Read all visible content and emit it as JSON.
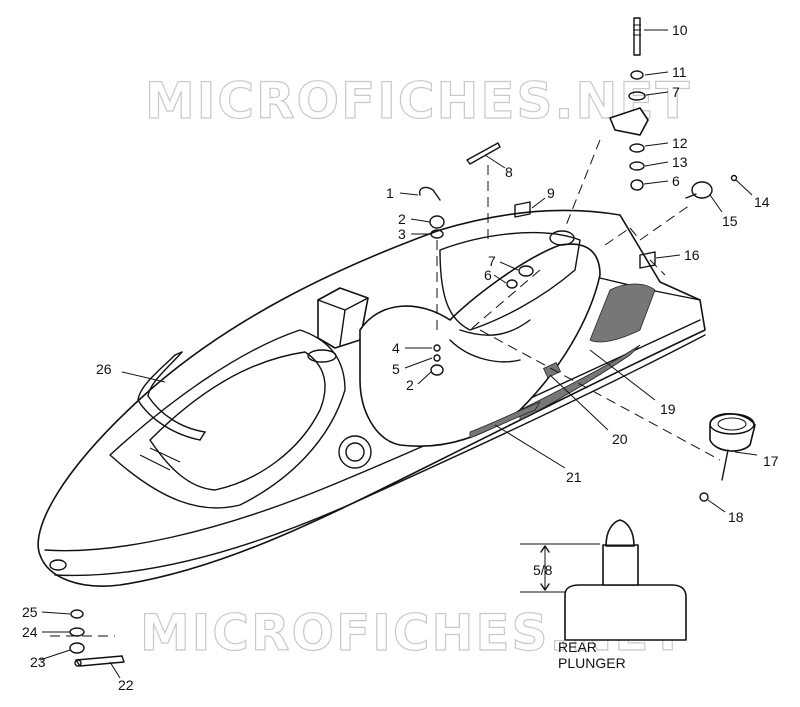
{
  "watermarks": [
    "MICROFICHES.NET",
    "MICROFICHES.NET"
  ],
  "detail": {
    "dimension": "5/8",
    "label_line1": "REAR",
    "label_line2": "PLUNGER"
  },
  "callouts": [
    "10",
    "11",
    "7",
    "12",
    "13",
    "6",
    "14",
    "15",
    "16",
    "8",
    "9",
    "1",
    "2",
    "3",
    "7",
    "6",
    "4",
    "5",
    "2",
    "26",
    "19",
    "20",
    "21",
    "17",
    "18",
    "25",
    "24",
    "23",
    "22"
  ]
}
